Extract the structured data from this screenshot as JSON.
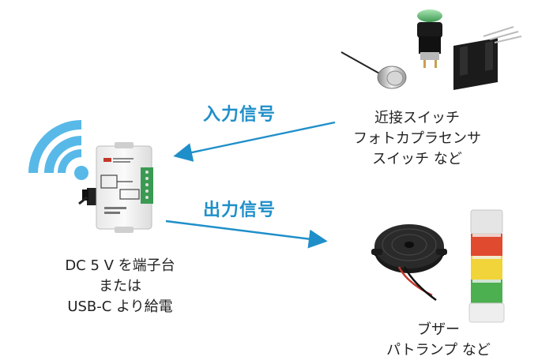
{
  "labels": {
    "input_signal": "入力信号",
    "output_signal": "出力信号"
  },
  "inputs": {
    "lines": [
      "近接スイッチ",
      "フォトカプラセンサ",
      "スイッチ など"
    ]
  },
  "outputs": {
    "lines": [
      "ブザー",
      "パトランプ など"
    ]
  },
  "power": {
    "lines": [
      "DC 5 V を端子台",
      "または",
      "USB-C より給電"
    ]
  },
  "colors": {
    "signal_blue": "#1f8fc9",
    "wifi_blue": "#58b9e8",
    "text_dark": "#222222"
  },
  "icons": {
    "wifi": "wifi-icon",
    "device": "relay-board-device",
    "proximity_switch": "proximity-sensor-icon",
    "push_button": "push-button-icon",
    "photo_sensor": "photo-interrupter-icon",
    "buzzer": "buzzer-icon",
    "signal_tower": "signal-tower-lamp-icon"
  }
}
